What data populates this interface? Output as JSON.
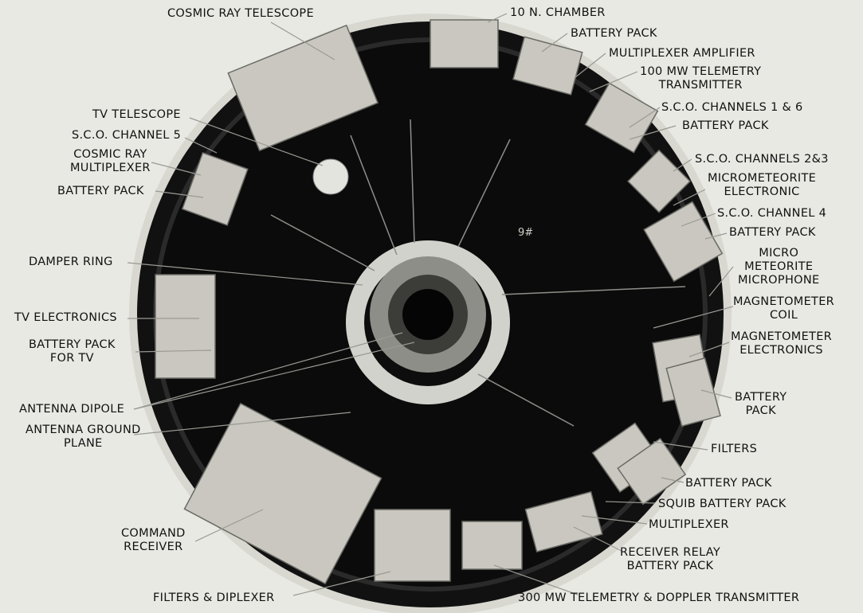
{
  "labels": {
    "cosmic_ray_telescope": "COSMIC RAY TELESCOPE",
    "ion_chamber": "10 N. CHAMBER",
    "battery_pack_top": "BATTERY PACK",
    "multiplexer_amplifier": "MULTIPLEXER AMPLIFIER",
    "telemetry_transmitter_1": "100 MW TELEMETRY",
    "telemetry_transmitter_2": "TRANSMITTER",
    "sco_channels_1_6": "S.C.O. CHANNELS 1 & 6",
    "battery_pack_right1": "BATTERY PACK",
    "tv_telescope": "TV TELESCOPE",
    "sco_channel_5": "S.C.O. CHANNEL 5",
    "cosmic_ray_multiplexer_1": "COSMIC RAY",
    "cosmic_ray_multiplexer_2": "MULTIPLEXER",
    "battery_pack_left": "BATTERY PACK",
    "sco_channels_2_3": "S.C.O. CHANNELS 2&3",
    "micrometeorite_electronic_1": "MICROMETEORITE",
    "micrometeorite_electronic_2": "ELECTRONIC",
    "sco_channel_4": "S.C.O. CHANNEL 4",
    "battery_pack_right2": "BATTERY PACK",
    "damper_ring": "DAMPER RING",
    "micro_meteorite_microphone_1": "MICRO",
    "micro_meteorite_microphone_2": "METEORITE",
    "micro_meteorite_microphone_3": "MICROPHONE",
    "magnetometer_coil_1": "MAGNETOMETER",
    "magnetometer_coil_2": "COIL",
    "tv_electronics": "TV ELECTRONICS",
    "magnetometer_electronics_1": "MAGNETOMETER",
    "magnetometer_electronics_2": "ELECTRONICS",
    "battery_pack_tv_1": "BATTERY PACK",
    "battery_pack_tv_2": "FOR TV",
    "battery_pack_right3_1": "BATTERY",
    "battery_pack_right3_2": "PACK",
    "antenna_dipole": "ANTENNA DIPOLE",
    "antenna_ground_plane_1": "ANTENNA GROUND",
    "antenna_ground_plane_2": "PLANE",
    "filters": "FILTERS",
    "battery_pack_bottom_right": "BATTERY PACK",
    "squib_battery_pack": "SQUIB BATTERY PACK",
    "command_receiver_1": "COMMAND",
    "command_receiver_2": "RECEIVER",
    "multiplexer": "MULTIPLEXER",
    "receiver_relay_1": "RECEIVER RELAY",
    "receiver_relay_2": "BATTERY PACK",
    "filters_diplexer": "FILTERS & DIPLEXER",
    "doppler_transmitter": "300 MW TELEMETRY & DOPPLER TRANSMITTER",
    "ring_mark": "9#"
  },
  "colors": {
    "background": "#e9e9e4",
    "disk": "#0b0b0b",
    "rim": "#d9d9d2",
    "component": "#c9c7bf",
    "leader": "#9a9a94"
  }
}
